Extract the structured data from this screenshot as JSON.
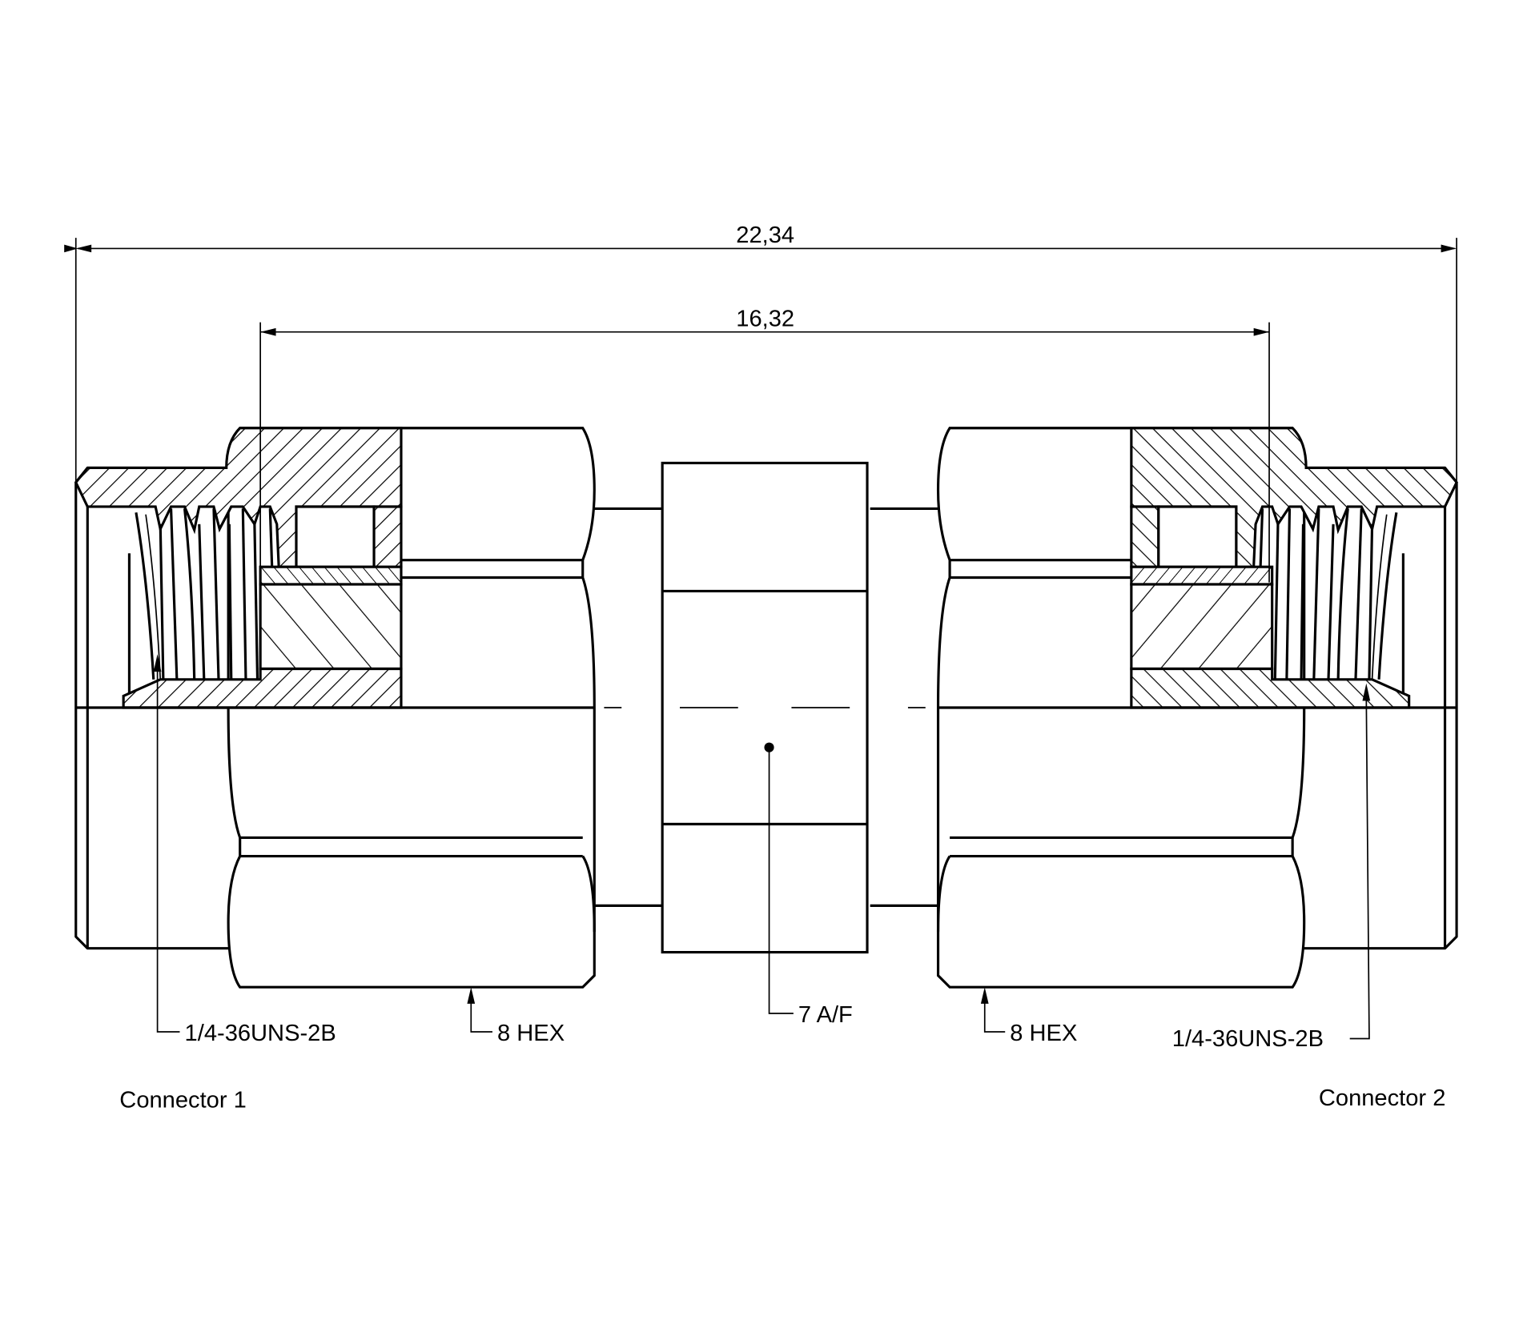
{
  "dimensions": {
    "overall_length": "22,34",
    "hex_span": "16,32"
  },
  "callouts": {
    "left_thread": "1/4-36UNS-2B",
    "left_hex": "8 HEX",
    "center_flats": "7 A/F",
    "right_hex": "8 HEX",
    "right_thread": "1/4-36UNS-2B"
  },
  "labels": {
    "connector_1": "Connector 1",
    "connector_2": "Connector 2"
  }
}
